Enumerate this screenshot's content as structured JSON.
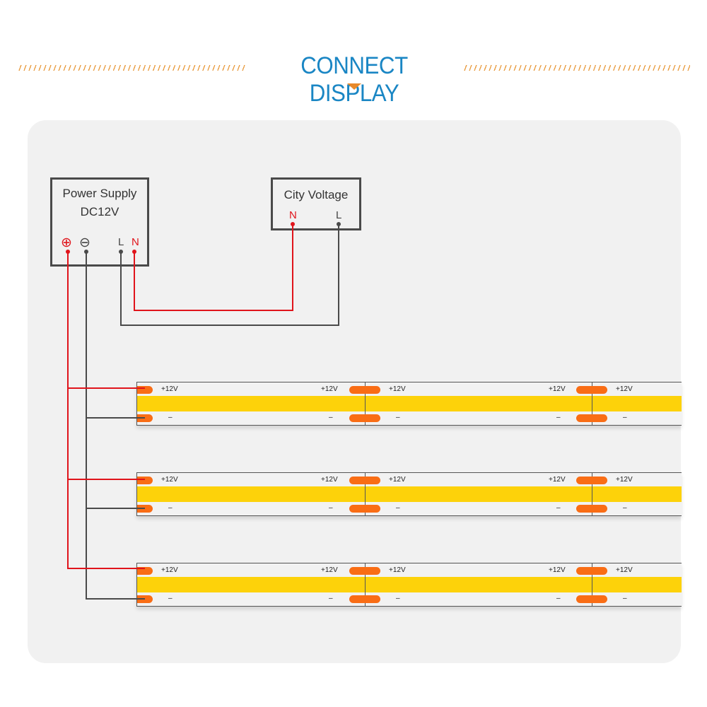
{
  "header": {
    "title": "CONNECT DISPLAY",
    "accent_color": "#1a86c4",
    "decoration_color": "#e89a3c"
  },
  "power_supply": {
    "title_line1": "Power Supply",
    "title_line2": "DC12V",
    "terminals": {
      "positive": "⊕",
      "negative": "⊖",
      "live": "L",
      "neutral": "N"
    }
  },
  "city_voltage": {
    "title": "City Voltage",
    "terminals": {
      "neutral": "N",
      "live": "L"
    }
  },
  "strips": [
    {
      "id": 1,
      "segments": [
        {
          "pos_left": "+12V",
          "pos_right": "+12V",
          "neg_left": "–",
          "neg_right": "–"
        },
        {
          "pos_left": "+12V",
          "pos_right": "+12V",
          "neg_left": "–",
          "neg_right": "–"
        },
        {
          "pos_left": "+12V",
          "neg_left": "–"
        }
      ]
    },
    {
      "id": 2,
      "segments": [
        {
          "pos_left": "+12V",
          "pos_right": "+12V",
          "neg_left": "–",
          "neg_right": "–"
        },
        {
          "pos_left": "+12V",
          "pos_right": "+12V",
          "neg_left": "–",
          "neg_right": "–"
        },
        {
          "pos_left": "+12V",
          "neg_left": "–"
        }
      ]
    },
    {
      "id": 3,
      "segments": [
        {
          "pos_left": "+12V",
          "pos_right": "+12V",
          "neg_left": "–",
          "neg_right": "–"
        },
        {
          "pos_left": "+12V",
          "pos_right": "+12V",
          "neg_left": "–",
          "neg_right": "–"
        },
        {
          "pos_left": "+12V",
          "neg_left": "–"
        }
      ]
    }
  ],
  "colors": {
    "positive_wire": "#e0141b",
    "negative_wire": "#4a4a4a",
    "led_band": "#fdd20a",
    "solder_pad": "#f96d15"
  }
}
